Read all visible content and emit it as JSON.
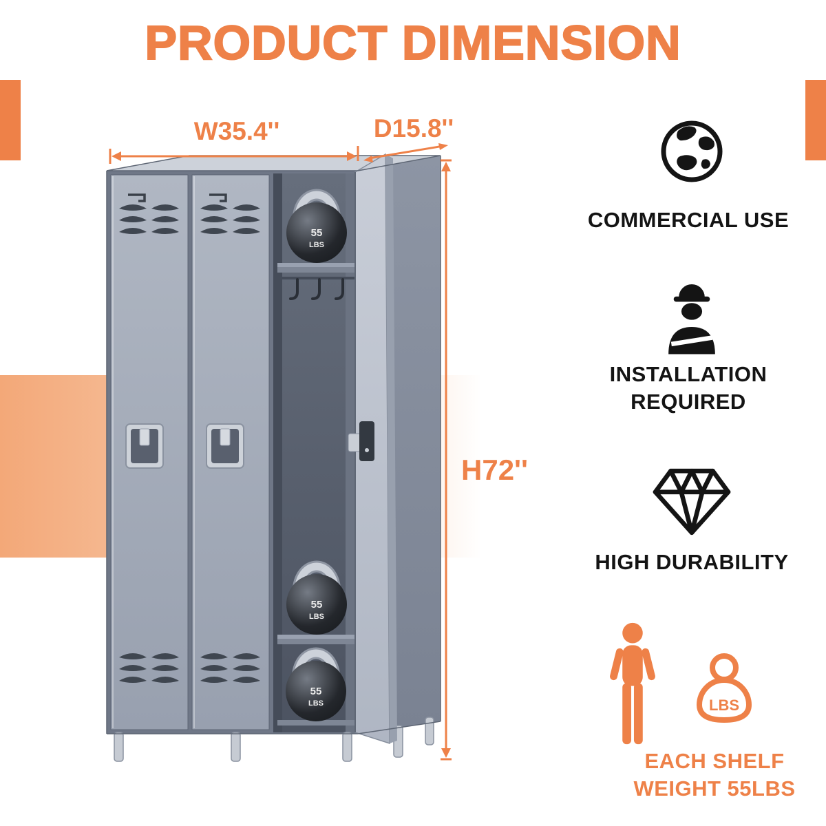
{
  "title": "PRODUCT DIMENSION",
  "product": {
    "dimensions": {
      "width_label": "W35.4''",
      "depth_label": "D15.8''",
      "height_label": "H72''"
    },
    "kettlebell": {
      "weight": "55",
      "unit": "LBS"
    }
  },
  "features": [
    {
      "icon": "globe-icon",
      "label": "COMMERCIAL USE"
    },
    {
      "icon": "construction-worker-icon",
      "label": "INSTALLATION\nREQUIRED"
    },
    {
      "icon": "diamond-icon",
      "label": "HIGH DURABILITY"
    },
    {
      "icon": "person-and-weight-icon",
      "label": "EACH SHELF\nWEIGHT 55LBS",
      "weight_badge": "LBS"
    }
  ],
  "colors": {
    "accent": "#EE8148",
    "locker_body": "#A2A9B7",
    "locker_interior": "#575E6C",
    "kettlebell_black": "#24272C"
  }
}
